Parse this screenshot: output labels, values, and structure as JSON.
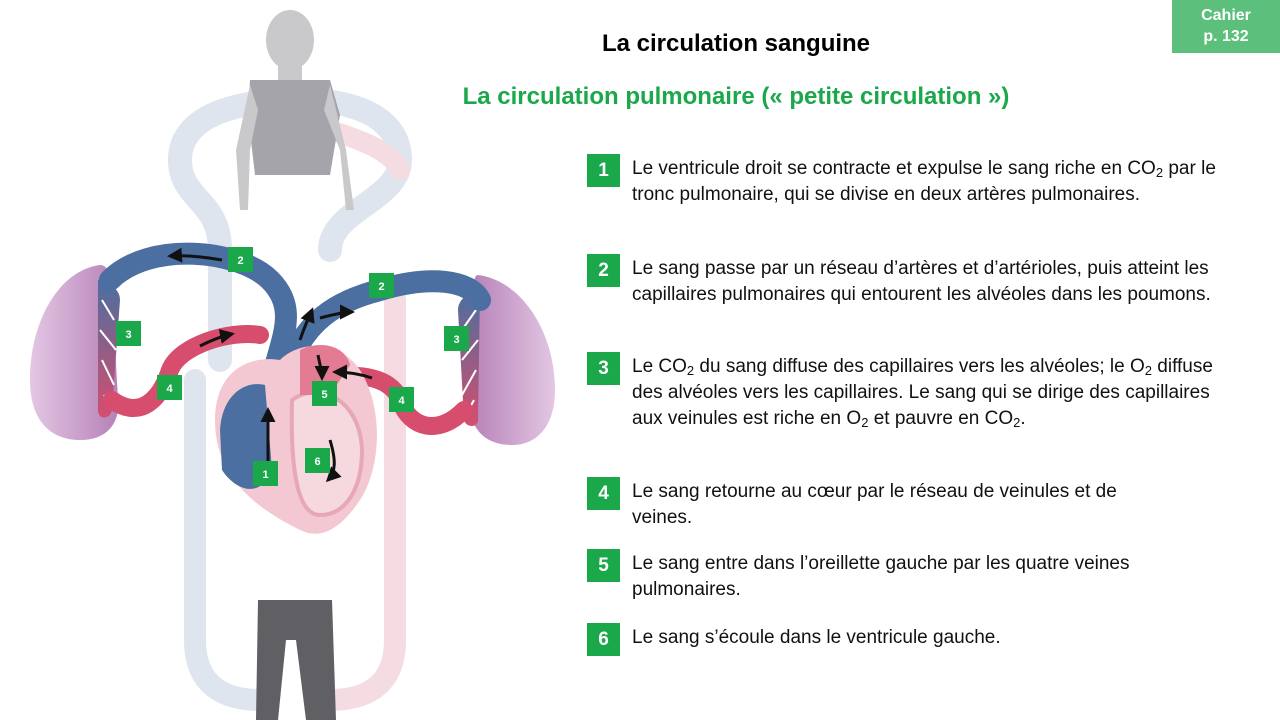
{
  "header": {
    "title": "La circulation sanguine",
    "subtitle": "La circulation pulmonaire (« petite circulation »)",
    "cahier_line1": "Cahier",
    "cahier_line2": "p. 132"
  },
  "colors": {
    "accent_green": "#1aa84a",
    "cahier_green": "#5cc07c",
    "deoxygenated_blue": "#4a6fa0",
    "oxygenated_red": "#d64d6e",
    "lung_pink": "#c69ac7"
  },
  "steps": [
    {
      "num": "1",
      "pre": "Le ventricule droit se contracte et expulse le sang riche en CO",
      "sub": "2",
      "post": " par le tronc pulmonaire, qui se divise en deux artères pulmonaires."
    },
    {
      "num": "2",
      "pre": "Le sang passe par un réseau d’artères et d’artérioles, puis atteint les capillaires pulmonaires qui entourent les alvéoles dans les poumons.",
      "sub": "",
      "post": ""
    },
    {
      "num": "3",
      "pre": "",
      "sub": "",
      "post": "",
      "parts": [
        "Le CO",
        "2",
        " du sang diffuse des capillaires vers les alvéoles; le O",
        "2",
        " diffuse des alvéoles vers les capillaires. Le sang qui se dirige des capillaires aux veinules est riche en O",
        "2",
        " et pauvre en CO",
        "2",
        "."
      ]
    },
    {
      "num": "4",
      "pre": "Le sang retourne au cœur par le réseau de veinules et de veines.",
      "sub": "",
      "post": ""
    },
    {
      "num": "5",
      "pre": "Le sang entre dans l’oreillette gauche par les quatre veines pulmonaires.",
      "sub": "",
      "post": ""
    },
    {
      "num": "6",
      "pre": "Le sang s’écoule dans le ventricule gauche.",
      "sub": "",
      "post": ""
    }
  ],
  "diagram_tags": [
    "2",
    "2",
    "3",
    "3",
    "4",
    "4",
    "5",
    "1",
    "6"
  ]
}
